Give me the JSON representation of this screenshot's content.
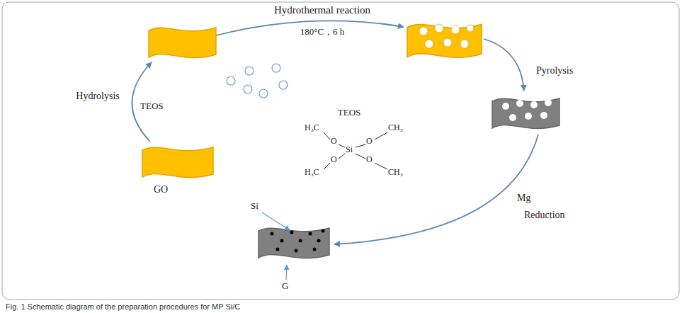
{
  "diagram": {
    "caption": "Fig. 1 Schematic diagram of the preparation procedures for MP Si/C",
    "nodes": [
      {
        "text": [
          "GO"
        ]
      }
    ],
    "labels": [
      "Hydrothermal reaction",
      "180°C，6 h",
      "Hydrolysis",
      "TEOS",
      "TEOS",
      "H₃C",
      "CH₃",
      "O",
      "Si",
      "O",
      "O",
      "O",
      "H₃C",
      "CH₃",
      "Pyrolysis",
      "Mg",
      "Reduction",
      "Si",
      "G"
    ]
  }
}
